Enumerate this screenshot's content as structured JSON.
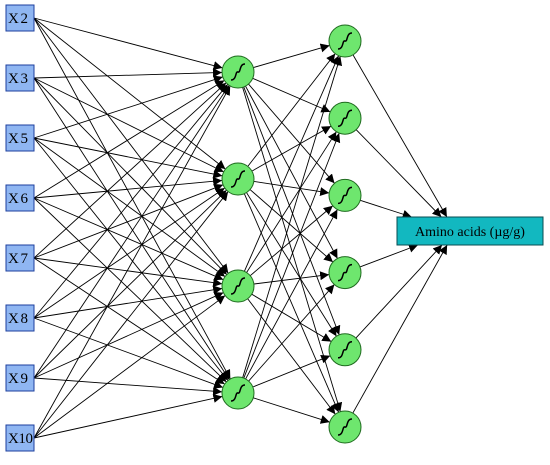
{
  "diagram": {
    "input_nodes": [
      "X2",
      "X3",
      "X5",
      "X6",
      "X7",
      "X8",
      "X9",
      "X10"
    ],
    "hidden_layer_1_count": 4,
    "hidden_layer_2_count": 6,
    "output_label": "Amino acids (µg/g)",
    "activation_symbol": "sigmoid-icon",
    "colors": {
      "input_fill": "#8fb6f2",
      "hidden_fill": "#6ee66e",
      "output_fill": "#12b8c0",
      "edge": "#000000"
    }
  }
}
